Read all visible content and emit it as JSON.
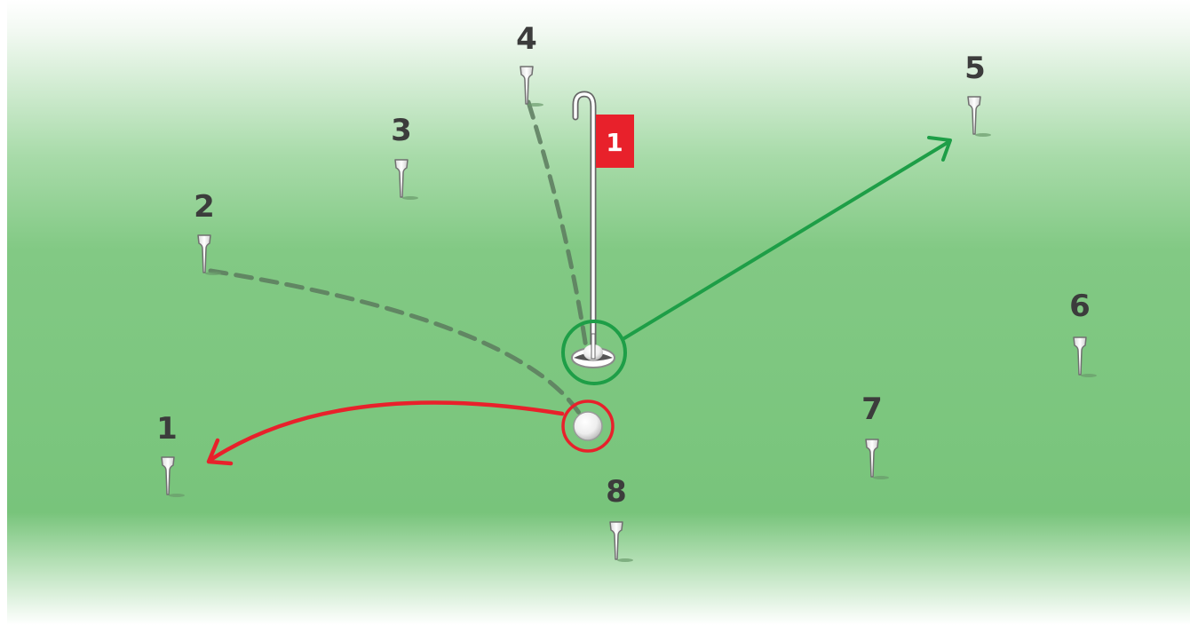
{
  "flag": {
    "label": "1",
    "color": "#e8212b"
  },
  "tees": [
    {
      "number": "1"
    },
    {
      "number": "2"
    },
    {
      "number": "3"
    },
    {
      "number": "4"
    },
    {
      "number": "5"
    },
    {
      "number": "6"
    },
    {
      "number": "7"
    },
    {
      "number": "8"
    }
  ],
  "colors": {
    "grass": "#7bc67e",
    "green_arrow": "#1e9e47",
    "red_arrow": "#e8212b",
    "dashed_path": "#5c7a5e",
    "label": "#3c3c3c"
  }
}
